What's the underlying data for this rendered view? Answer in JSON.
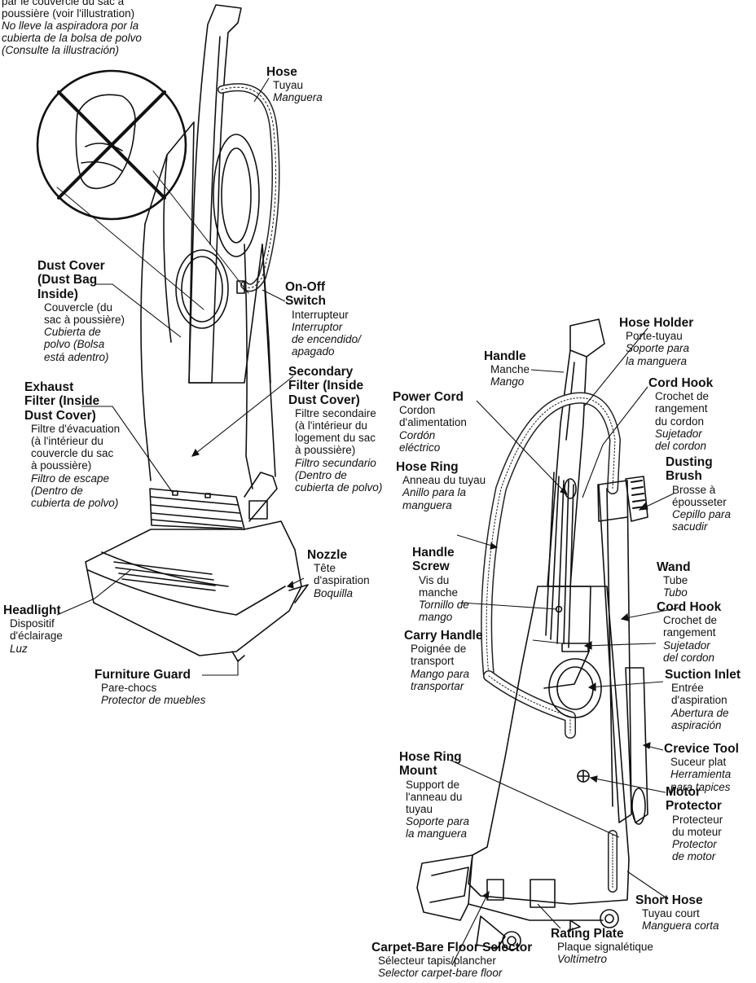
{
  "labels": {
    "warning": {
      "french": [
        "par le couvercle du sac à",
        "poussière (voir l'illustration)"
      ],
      "spanish": [
        "No lleve la aspiradora por la",
        "cubierta de la bolsa de polvo",
        "(Consulte la illustración)"
      ]
    },
    "hose": {
      "title": [
        "Hose"
      ],
      "french": [
        "Tuyau"
      ],
      "spanish": [
        "Manguera"
      ]
    },
    "dust_cover": {
      "title": [
        "Dust Cover",
        "(Dust Bag",
        "Inside)"
      ],
      "french": [
        "Couvercle (du",
        "sac à poussière)"
      ],
      "spanish": [
        "Cubierta de",
        "polvo (Bolsa",
        "está adentro)"
      ]
    },
    "on_off_switch": {
      "title": [
        "On-Off",
        "Switch"
      ],
      "french": [
        "Interrupteur"
      ],
      "spanish": [
        "Interruptor",
        "de encendido/",
        "apagado"
      ]
    },
    "secondary_filter": {
      "title": [
        "Secondary",
        "Filter (Inside",
        "Dust Cover)"
      ],
      "french": [
        "Filtre secondaire",
        "(à l'intérieur du",
        "logement du sac",
        "à poussière)"
      ],
      "spanish": [
        "Filtro secundario",
        "(Dentro de",
        "cubierta de polvo)"
      ]
    },
    "exhaust_filter": {
      "title": [
        "Exhaust",
        "Filter (Inside",
        "Dust Cover)"
      ],
      "french": [
        "Filtre d'évacuation",
        "(à l'intérieur du",
        "couvercle du sac",
        "à poussière)"
      ],
      "spanish": [
        "Filtro de escape",
        "(Dentro de",
        "cubierta de polvo)"
      ]
    },
    "nozzle": {
      "title": [
        "Nozzle"
      ],
      "french": [
        "Tête",
        "d'aspiration"
      ],
      "spanish": [
        "Boquilla"
      ]
    },
    "headlight": {
      "title": [
        "Headlight"
      ],
      "french": [
        "Dispositif",
        "d'éclairage"
      ],
      "spanish": [
        "Luz"
      ]
    },
    "furniture_guard": {
      "title": [
        "Furniture Guard"
      ],
      "french": [
        "Pare-chocs"
      ],
      "spanish": [
        "Protector de muebles"
      ]
    },
    "hose_holder": {
      "title": [
        "Hose Holder"
      ],
      "french": [
        "Porte-tuyau"
      ],
      "spanish": [
        "Soporte para",
        "la manguera"
      ]
    },
    "handle": {
      "title": [
        "Handle"
      ],
      "french": [
        "Manche"
      ],
      "spanish": [
        "Mango"
      ]
    },
    "cord_hook_top": {
      "title": [
        "Cord Hook"
      ],
      "french": [
        "Crochet de",
        "rangement",
        "du cordon"
      ],
      "spanish": [
        "Sujetador",
        "del cordon"
      ]
    },
    "power_cord": {
      "title": [
        "Power Cord"
      ],
      "french": [
        "Cordon",
        "d'alimentation"
      ],
      "spanish": [
        "Cordón",
        "eléctrico"
      ]
    },
    "hose_ring": {
      "title": [
        "Hose Ring"
      ],
      "french": [
        "Anneau du tuyau"
      ],
      "spanish": [
        "Anillo para la",
        "manguera"
      ]
    },
    "dusting_brush": {
      "title": [
        "Dusting",
        "Brush"
      ],
      "french": [
        "Brosse à",
        "épousseter"
      ],
      "spanish": [
        "Cepillo para",
        "sacudir"
      ]
    },
    "handle_screw": {
      "title": [
        "Handle",
        "Screw"
      ],
      "french": [
        "Vis du",
        "manche"
      ],
      "spanish": [
        "Tornillo de",
        "mango"
      ]
    },
    "wand": {
      "title": [
        "Wand"
      ],
      "french": [
        "Tube"
      ],
      "spanish": [
        "Tubo"
      ]
    },
    "carry_handle": {
      "title": [
        "Carry Handle"
      ],
      "french": [
        "Poignée de",
        "transport"
      ],
      "spanish": [
        "Mango para",
        "transportar"
      ]
    },
    "cord_hook_bottom": {
      "title": [
        "Cord Hook"
      ],
      "french": [
        "Crochet de",
        "rangement"
      ],
      "spanish": [
        "Sujetador",
        "del cordon"
      ]
    },
    "suction_inlet": {
      "title": [
        "Suction Inlet"
      ],
      "french": [
        "Entrée",
        "d'aspiration"
      ],
      "spanish": [
        "Abertura de",
        "aspiración"
      ]
    },
    "crevice_tool": {
      "title": [
        "Crevice Tool"
      ],
      "french": [
        "Suceur plat"
      ],
      "spanish": [
        "Herramienta",
        "para tapices"
      ]
    },
    "hose_ring_mount": {
      "title": [
        "Hose Ring",
        "Mount"
      ],
      "french": [
        "Support de",
        "l'anneau du",
        "tuyau"
      ],
      "spanish": [
        "Soporte para",
        "la manguera"
      ]
    },
    "motor_protector": {
      "title": [
        "Motor",
        "Protector"
      ],
      "french": [
        "Protecteur",
        "du moteur"
      ],
      "spanish": [
        "Protector",
        "de motor"
      ]
    },
    "short_hose": {
      "title": [
        "Short Hose"
      ],
      "french": [
        "Tuyau court"
      ],
      "spanish": [
        "Manguera corta"
      ]
    },
    "rating_plate": {
      "title": [
        "Rating Plate"
      ],
      "french": [
        "Plaque signalétique"
      ],
      "spanish": [
        "Voltímetro"
      ]
    },
    "carpet_selector": {
      "title": [
        "Carpet-Bare Floor Selector"
      ],
      "french": [
        "Sélecteur tapis/plancher"
      ],
      "spanish": [
        "Selector carpet-bare floor"
      ]
    }
  }
}
